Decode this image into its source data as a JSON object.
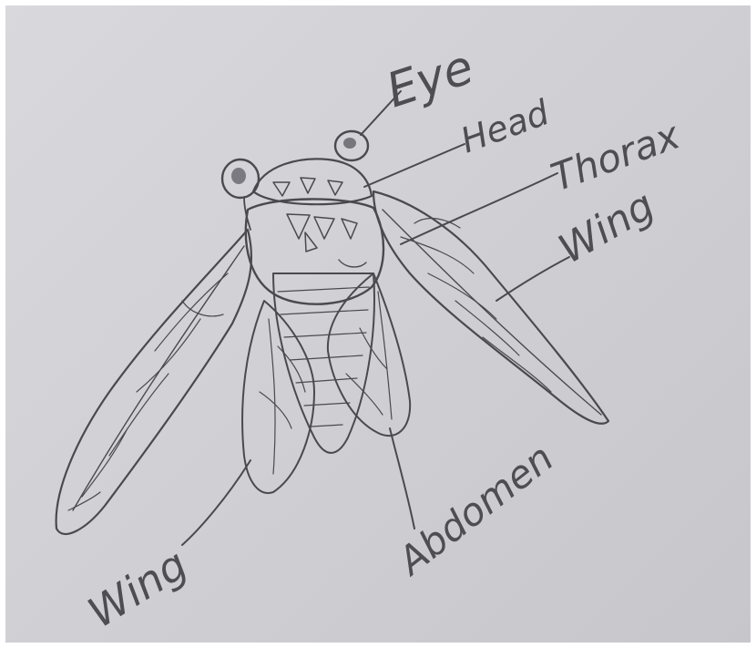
{
  "labels": {
    "eye": "Eye",
    "head": "Head",
    "thorax": "Thorax",
    "wing_right": "Wing",
    "abdomen": "Abdomen",
    "wing_left": "Wing"
  },
  "colors": {
    "paper": "#d2d2d6",
    "pencil": "#4a4a4e",
    "shading": "#707076"
  }
}
